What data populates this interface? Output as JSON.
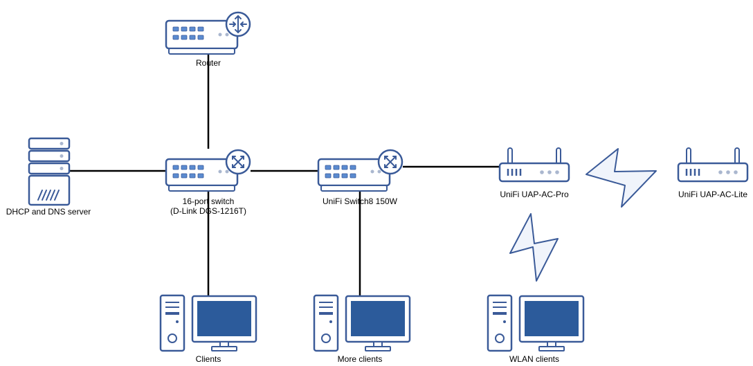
{
  "colors": {
    "device_fill": "#ffffff",
    "device_stroke": "#3a5a98",
    "port_fill": "#5b8bd0",
    "screen_fill": "#2c5b9b",
    "bolt_fill": "#f0f4fb",
    "link_stroke": "#000000"
  },
  "nodes": {
    "router": {
      "label": "Router",
      "icon": "router-icon"
    },
    "switch16": {
      "label_line1": "16-port switch",
      "label_line2": "(D-Link DGS-1216T)",
      "icon": "switch-icon"
    },
    "switch8": {
      "label": "UniFi Switch8 150W",
      "icon": "switch-icon"
    },
    "server": {
      "label": "DHCP and DNS server",
      "icon": "server-icon"
    },
    "ap_pro": {
      "label": "UniFi UAP-AC-Pro",
      "icon": "access-point-icon"
    },
    "ap_lite": {
      "label": "UniFi UAP-AC-Lite",
      "icon": "access-point-icon"
    },
    "clients": {
      "label": "Clients",
      "icon": "workstation-icon"
    },
    "more_clients": {
      "label": "More clients",
      "icon": "workstation-icon"
    },
    "wlan_clients": {
      "label": "WLAN clients",
      "icon": "workstation-icon"
    }
  },
  "links": [
    {
      "from": "router",
      "to": "switch16",
      "type": "wired"
    },
    {
      "from": "server",
      "to": "switch16",
      "type": "wired"
    },
    {
      "from": "switch16",
      "to": "switch8",
      "type": "wired"
    },
    {
      "from": "switch8",
      "to": "ap_pro",
      "type": "wired"
    },
    {
      "from": "switch16",
      "to": "clients",
      "type": "wired"
    },
    {
      "from": "switch8",
      "to": "more_clients",
      "type": "wired"
    },
    {
      "from": "ap_pro",
      "to": "ap_lite",
      "type": "wireless"
    },
    {
      "from": "ap_pro",
      "to": "wlan_clients",
      "type": "wireless"
    }
  ]
}
